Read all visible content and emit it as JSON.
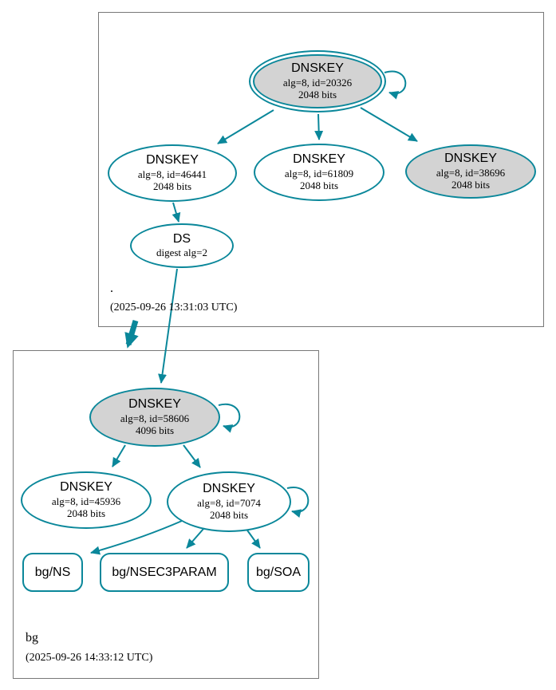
{
  "diagram": {
    "colors": {
      "edge": "#0a879a",
      "key_fill": "#d3d3d3",
      "node_fill": "#ffffff",
      "zone_border": "#787878"
    },
    "zones": [
      {
        "label": ".",
        "timestamp": "(2025-09-26 13:31:03 UTC)",
        "nodes": {
          "ksk": {
            "title": "DNSKEY",
            "line1": "alg=8, id=20326",
            "line2": "2048 bits"
          },
          "zsk1": {
            "title": "DNSKEY",
            "line1": "alg=8, id=46441",
            "line2": "2048 bits"
          },
          "zsk2": {
            "title": "DNSKEY",
            "line1": "alg=8, id=61809",
            "line2": "2048 bits"
          },
          "zsk3": {
            "title": "DNSKEY",
            "line1": "alg=8, id=38696",
            "line2": "2048 bits"
          },
          "ds": {
            "title": "DS",
            "line1": "digest alg=2"
          }
        }
      },
      {
        "label": "bg",
        "timestamp": "(2025-09-26 14:33:12 UTC)",
        "nodes": {
          "ksk": {
            "title": "DNSKEY",
            "line1": "alg=8, id=58606",
            "line2": "4096 bits"
          },
          "zsk1": {
            "title": "DNSKEY",
            "line1": "alg=8, id=45936",
            "line2": "2048 bits"
          },
          "zsk2": {
            "title": "DNSKEY",
            "line1": "alg=8, id=7074",
            "line2": "2048 bits"
          },
          "rrset_ns": {
            "label": "bg/NS"
          },
          "rrset_nsec3param": {
            "label": "bg/NSEC3PARAM"
          },
          "rrset_soa": {
            "label": "bg/SOA"
          }
        }
      }
    ],
    "edges": [
      {
        "from": "dnskey-20326",
        "to": "dnskey-20326",
        "type": "self-signature"
      },
      {
        "from": "dnskey-20326",
        "to": "dnskey-46441",
        "type": "signature"
      },
      {
        "from": "dnskey-20326",
        "to": "dnskey-61809",
        "type": "signature"
      },
      {
        "from": "dnskey-20326",
        "to": "dnskey-38696",
        "type": "signature"
      },
      {
        "from": "dnskey-46441",
        "to": "ds-bg",
        "type": "signature"
      },
      {
        "from": "ds-bg",
        "to": "dnskey-58606",
        "type": "delegation-signature"
      },
      {
        "from": "zone-root",
        "to": "zone-bg",
        "type": "delegation"
      },
      {
        "from": "dnskey-58606",
        "to": "dnskey-58606",
        "type": "self-signature"
      },
      {
        "from": "dnskey-58606",
        "to": "dnskey-45936",
        "type": "signature"
      },
      {
        "from": "dnskey-58606",
        "to": "dnskey-7074",
        "type": "signature"
      },
      {
        "from": "dnskey-7074",
        "to": "dnskey-7074",
        "type": "self-signature"
      },
      {
        "from": "dnskey-7074",
        "to": "rrset-bg-ns",
        "type": "signature"
      },
      {
        "from": "dnskey-7074",
        "to": "rrset-bg-nsec3param",
        "type": "signature"
      },
      {
        "from": "dnskey-7074",
        "to": "rrset-bg-soa",
        "type": "signature"
      }
    ]
  }
}
